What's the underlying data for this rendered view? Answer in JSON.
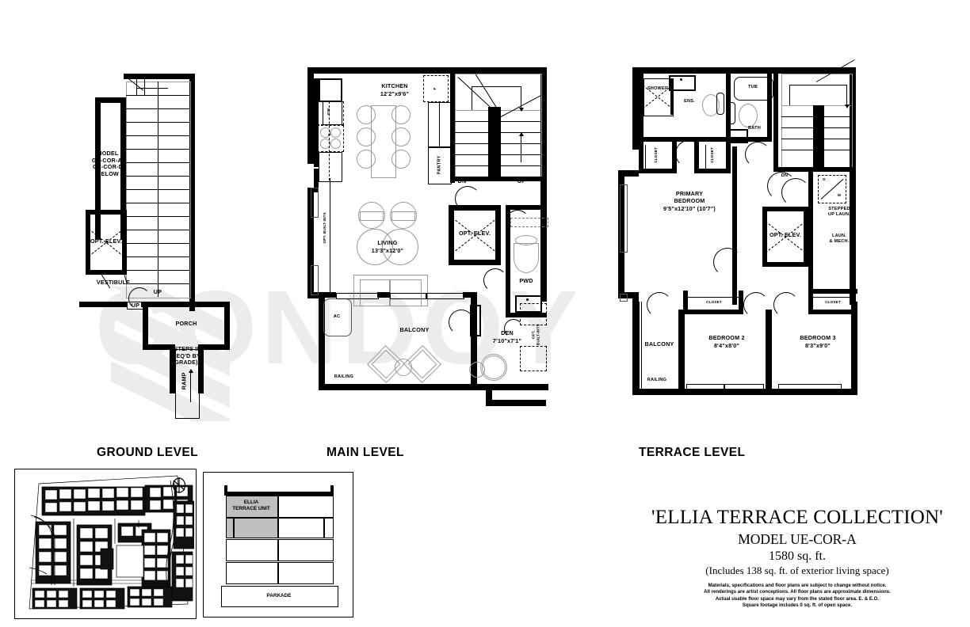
{
  "document": {
    "title": "'ELLIA TERRACE COLLECTION'",
    "model": "MODEL UE-COR-A",
    "area": "1580 sq. ft.",
    "area_note": "(Includes 138 sq. ft. of exterior living space)",
    "disclaimer": [
      "Materials, specifications and floor plans are subject to change without notice.",
      "All renderings are artist conceptions. All floor plans are approximate dimensions.",
      "Actual usable floor space may vary from the stated floor area. E. & E.O.",
      "Square footage includes 0 sq. ft. of open space."
    ],
    "watermark": "CONDOY"
  },
  "levels": [
    {
      "id": "ground",
      "caption": "GROUND LEVEL"
    },
    {
      "id": "main",
      "caption": "MAIN LEVEL"
    },
    {
      "id": "terrace",
      "caption": "TERRACE LEVEL"
    }
  ],
  "ground_level": {
    "labels": {
      "model_note": "MODEL\nGE-COR-A/\nGE-COR-D\nBELOW",
      "opt_elev": "OPT. ELEV.",
      "vestibule": "VESTIBULE",
      "porch": "PORCH",
      "steps_note": "(STEPS IF\nREQ'D BY\nGRADE)",
      "ramp": "RAMP",
      "up_stair": "UP",
      "up_porch": "UP"
    }
  },
  "main_level": {
    "rooms": [
      {
        "name": "KITCHEN",
        "dims": "12'2\"x9'6\""
      },
      {
        "name": "LIVING",
        "dims": "13'3\"x12'0\""
      },
      {
        "name": "DEN",
        "dims": "7'10\"x7'1\""
      }
    ],
    "labels": {
      "pantry": "PANTRY",
      "fridge": "F",
      "dishwasher": "DW",
      "sink": "S",
      "opt_elev": "OPT. ELEV.",
      "pwd": "PWD",
      "balcony": "BALCONY",
      "railing": "RAILING",
      "ac": "AC",
      "dn_stair": "DN",
      "up_stair": "UP",
      "dn_door": "DN",
      "opt_builtins_left": "OPT. BUILT-INTS",
      "opt_builtins_den": "OPT.\nBUILT-INTS"
    }
  },
  "terrace_level": {
    "rooms": [
      {
        "name": "PRIMARY\nBEDROOM",
        "dims": "9'5\"x12'10\" (10'7\")"
      },
      {
        "name": "BEDROOM 2",
        "dims": "8'4\"x8'0\""
      },
      {
        "name": "BEDROOM 3",
        "dims": "8'3\"x9'0\""
      }
    ],
    "labels": {
      "shower": "SHOWER",
      "ens": "ENS.",
      "tub": "TUB",
      "bath": "BATH",
      "closet": "CLOSET",
      "dn": "DN",
      "dryer": "D",
      "washer": "W",
      "stepped_up_laun": "STEPPED\nUP LAUN.",
      "laun_mech": "LAUN.\n& MECH.",
      "opt_elev": "OPT. ELEV.",
      "balcony": "BALCONY",
      "railing": "RAILING"
    }
  },
  "site_plan": {
    "north_label": "N"
  },
  "key_plan": {
    "unit_label": "ELLIA\nTERRACE UNIT",
    "parkade_label": "PARKADE"
  }
}
